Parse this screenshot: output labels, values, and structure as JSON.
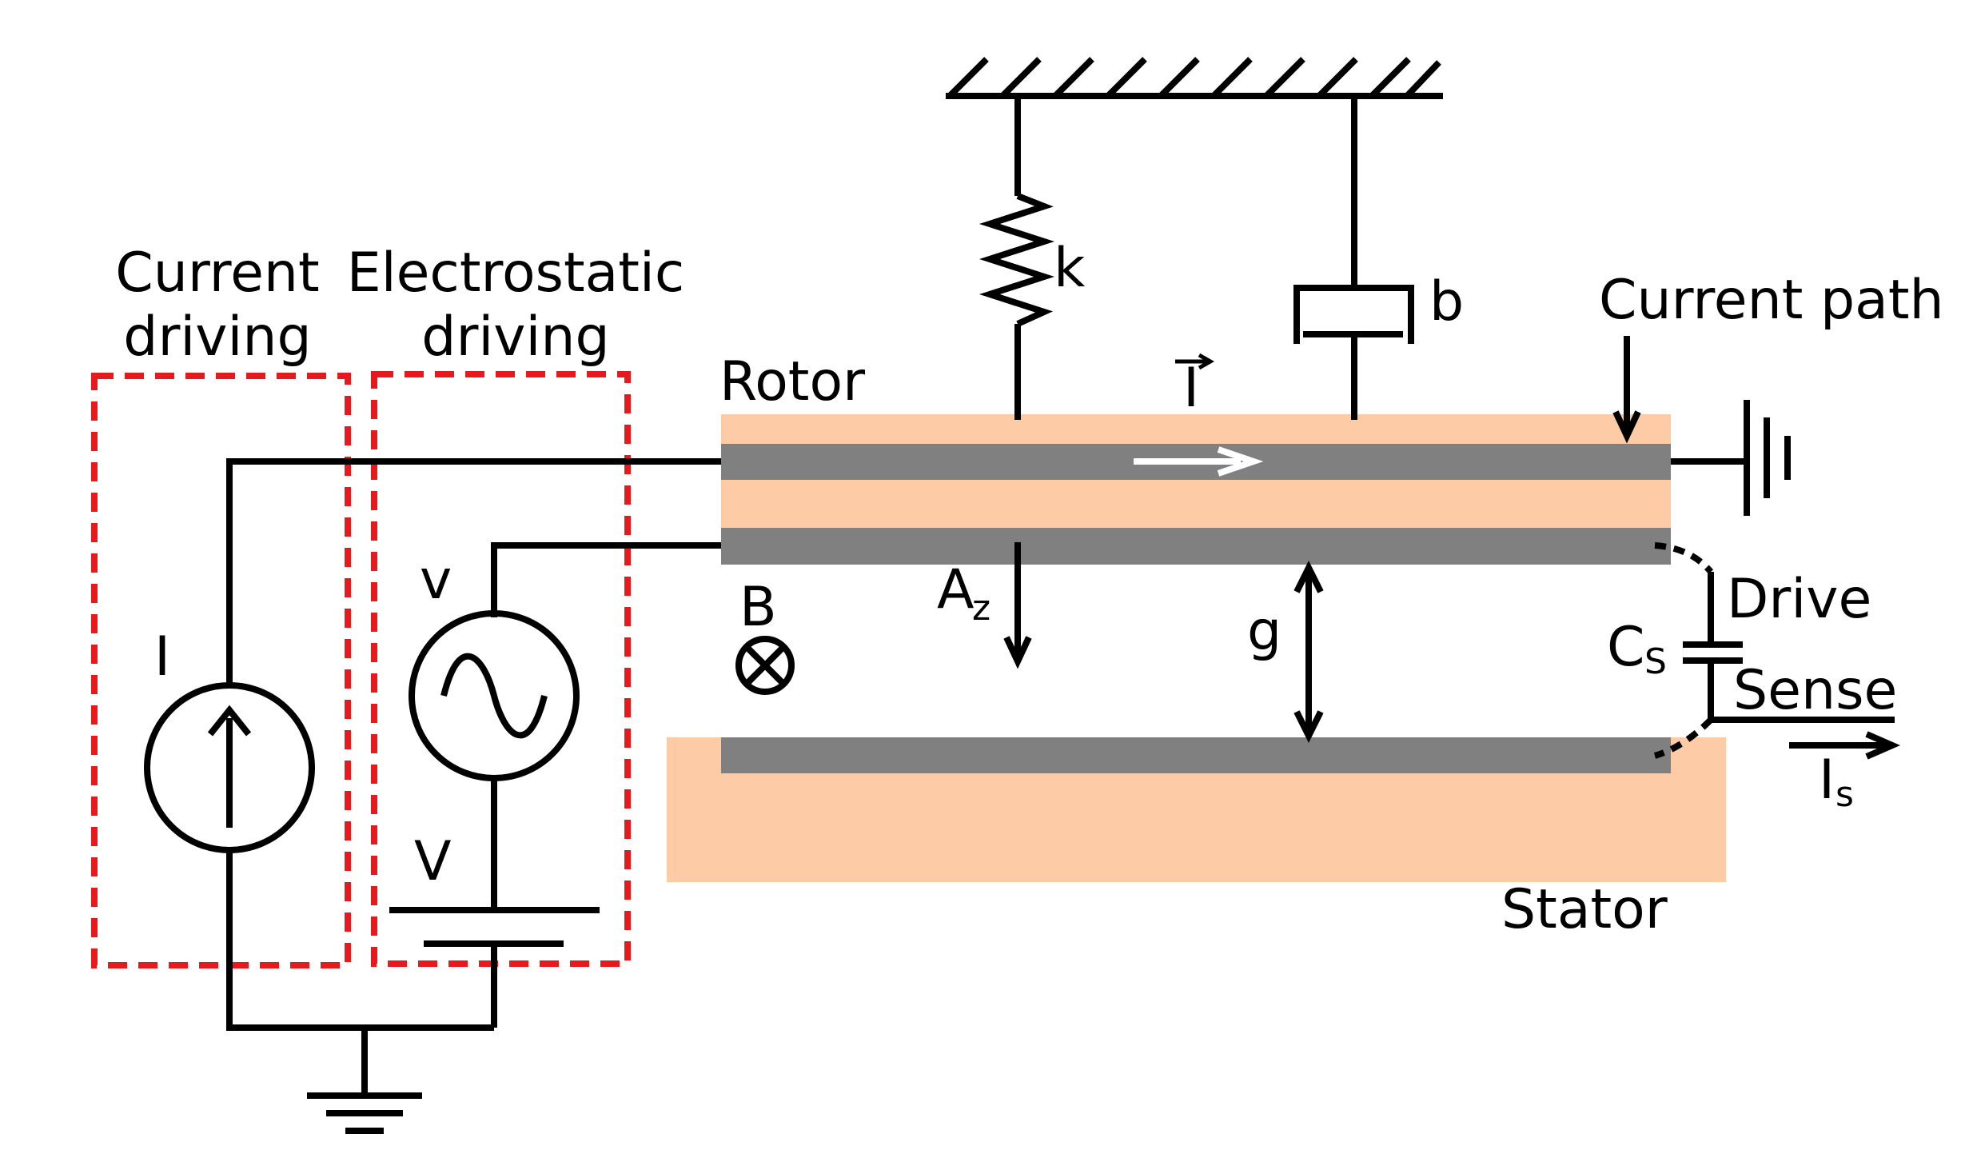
{
  "labels": {
    "current_driving_1": "Current",
    "current_driving_2": "driving",
    "electrostatic_driving_1": "Electrostatic",
    "electrostatic_driving_2": "driving",
    "rotor": "Rotor",
    "stator": "Stator",
    "spring": "k",
    "damper": "b",
    "current_vector": "I",
    "current_path": "Current path",
    "current_source": "I",
    "ac_source": "v",
    "dc_source": "V",
    "magnetic_field": "B",
    "area_main": "A",
    "area_sub": "z",
    "gap": "g",
    "drive": "Drive",
    "sense": "Sense",
    "cap_main": "C",
    "cap_sub": "S",
    "sense_current_main": "I",
    "sense_current_sub": "s"
  },
  "colors": {
    "rotor_fill": "#fdcca6",
    "electrode_fill": "#808080",
    "driving_box": "#e8191c",
    "wire": "#000000"
  }
}
